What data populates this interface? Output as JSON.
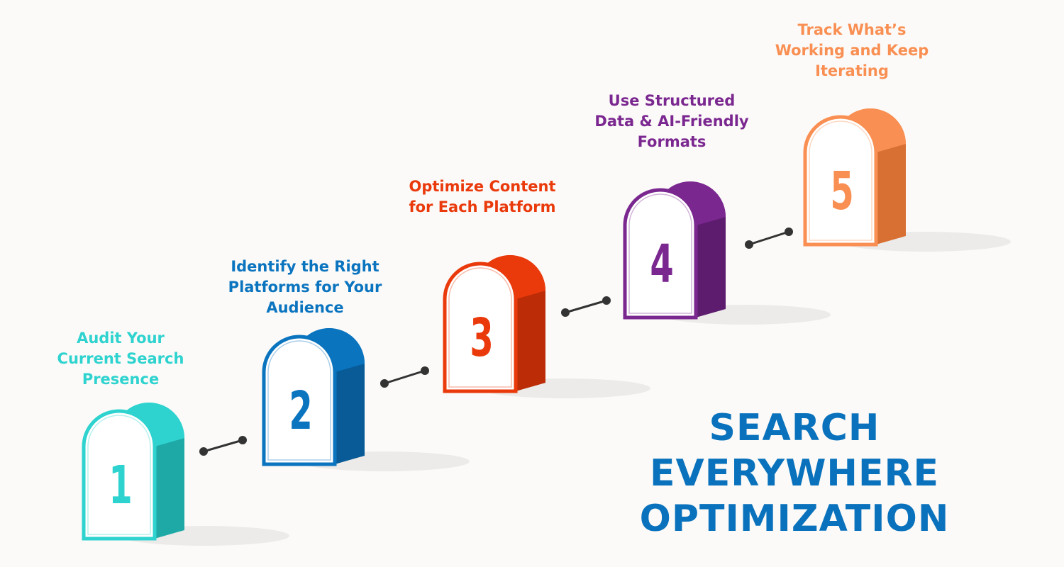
{
  "title": {
    "lines": [
      "SEARCH",
      "EVERYWHERE",
      "OPTIMIZATION"
    ],
    "color": "#0a72bc"
  },
  "steps": [
    {
      "number": "1",
      "color": "#2ed3cf",
      "dark": "#1fa9a6",
      "label": [
        "Audit Your",
        "Current Search",
        "Presence"
      ]
    },
    {
      "number": "2",
      "color": "#0b74bf",
      "dark": "#085b96",
      "label": [
        "Identify the Right",
        "Platforms for Your",
        "Audience"
      ]
    },
    {
      "number": "3",
      "color": "#ea3a0c",
      "dark": "#bb2c07",
      "label": [
        "Optimize Content",
        "for Each Platform"
      ]
    },
    {
      "number": "4",
      "color": "#7b2790",
      "dark": "#5d1c6e",
      "label": [
        "Use Structured",
        "Data & AI-Friendly",
        "Formats"
      ]
    },
    {
      "number": "5",
      "color": "#f98f52",
      "dark": "#d87033",
      "label": [
        "Track What’s",
        "Working and Keep",
        "Iterating"
      ]
    }
  ]
}
